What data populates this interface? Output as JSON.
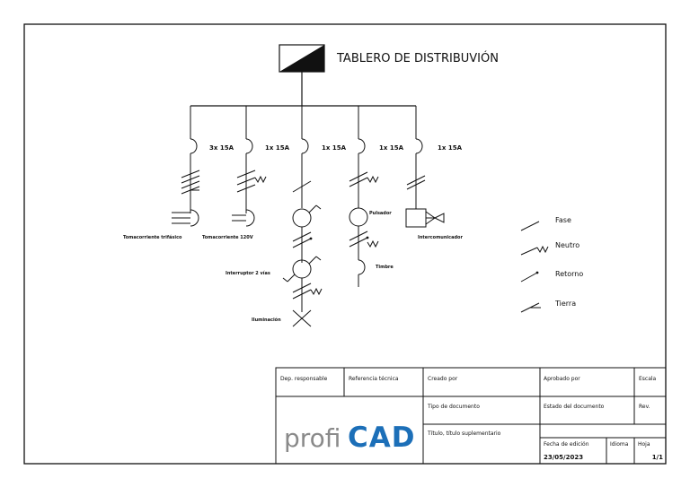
{
  "title": "TABLERO DE DISTRIBUVIÓN",
  "breakers": [
    "3x 15A",
    "1x 15A",
    "1x 15A",
    "1x 15A",
    "1x 15A"
  ],
  "devices": {
    "three_phase_outlet": "Tomacorriente trifásico",
    "outlet_120v": "Tomacorriente 120V",
    "two_way_switch": "Interruptor 2 vías",
    "lighting": "Iluminación",
    "push_button": "Pulsador",
    "bell": "Timbre",
    "intercom": "Intercomunicador"
  },
  "legend": [
    {
      "key": "fase",
      "label": "Fase"
    },
    {
      "key": "neutro",
      "label": "Neutro"
    },
    {
      "key": "retorno",
      "label": "Retorno"
    },
    {
      "key": "tierra",
      "label": "Tierra"
    }
  ],
  "title_block": {
    "dep_responsable": "Dep. responsable",
    "referencia_tecnica": "Referencia técnica",
    "creado_por": "Creado por",
    "aprobado_por": "Aprobado por",
    "escala": "Escala",
    "tipo_documento": "Tipo de documento",
    "estado_documento": "Estado del documento",
    "rev": "Rev.",
    "titulo": "Título, título suplementario",
    "fecha_label": "Fecha de edición",
    "idioma": "Idioma",
    "hoja_label": "Hoja",
    "fecha": "23/05/2023",
    "hoja": "1/1"
  },
  "logo": {
    "text_light": "profi",
    "text_bold": "CAD"
  }
}
